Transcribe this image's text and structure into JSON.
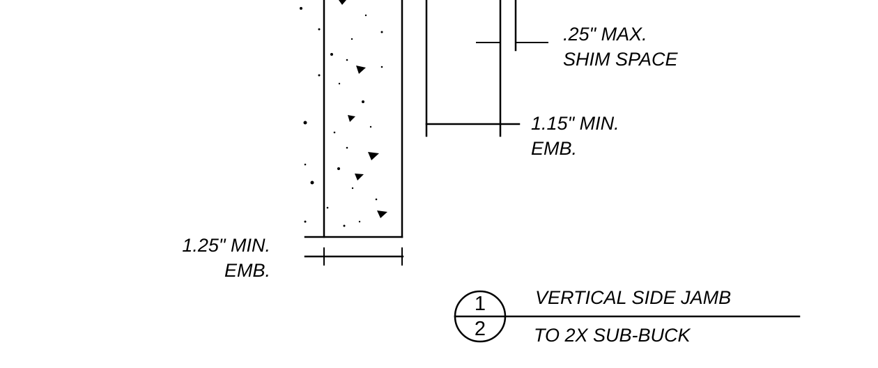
{
  "drawing": {
    "annotations": {
      "shim_space_line1": ".25\" MAX.",
      "shim_space_line2": "SHIM SPACE",
      "embed_right_line1": "1.15\" MIN.",
      "embed_right_line2": "EMB.",
      "embed_left_line1": "1.25\" MIN.",
      "embed_left_line2": "EMB."
    },
    "detail_tag": {
      "number": "1",
      "sheet": "2",
      "title_line1": "VERTICAL SIDE JAMB",
      "title_line2": "TO 2X SUB-BUCK"
    },
    "colors": {
      "line": "#000000",
      "background": "#ffffff"
    }
  }
}
